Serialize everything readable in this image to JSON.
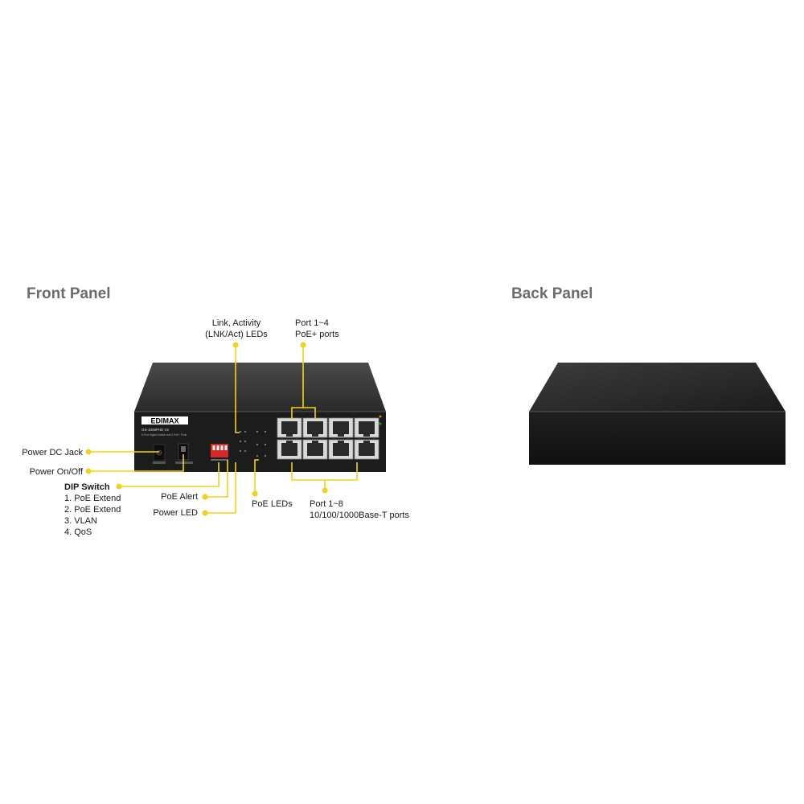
{
  "headings": {
    "front": "Front Panel",
    "back": "Back Panel"
  },
  "device": {
    "brand": "EDIMAX",
    "model": "GS-1008PHE V2",
    "subtitle": "8-Port Gigabit Switch with 4 PoE+ Ports"
  },
  "callouts": {
    "link_activity": [
      "Link, Activity",
      "(LNK/Act) LEDs"
    ],
    "port_1_4": [
      "Port 1~4",
      "PoE+ ports"
    ],
    "power_dc_jack": "Power DC Jack",
    "power_on_off": "Power On/Off",
    "dip_switch": {
      "title": "DIP Switch",
      "items": [
        "1.  PoE Extend",
        "2.  PoE Extend",
        "3.  VLAN",
        "4.  QoS"
      ]
    },
    "poe_alert": "PoE Alert",
    "power_led": "Power LED",
    "poe_leds": "PoE LEDs",
    "port_1_8": [
      "Port 1~8",
      "10/100/1000Base-T ports"
    ]
  },
  "colors": {
    "heading": "#6b6b6b",
    "callout_line": "#f2d21b",
    "device_body": "#1e1e1e"
  }
}
